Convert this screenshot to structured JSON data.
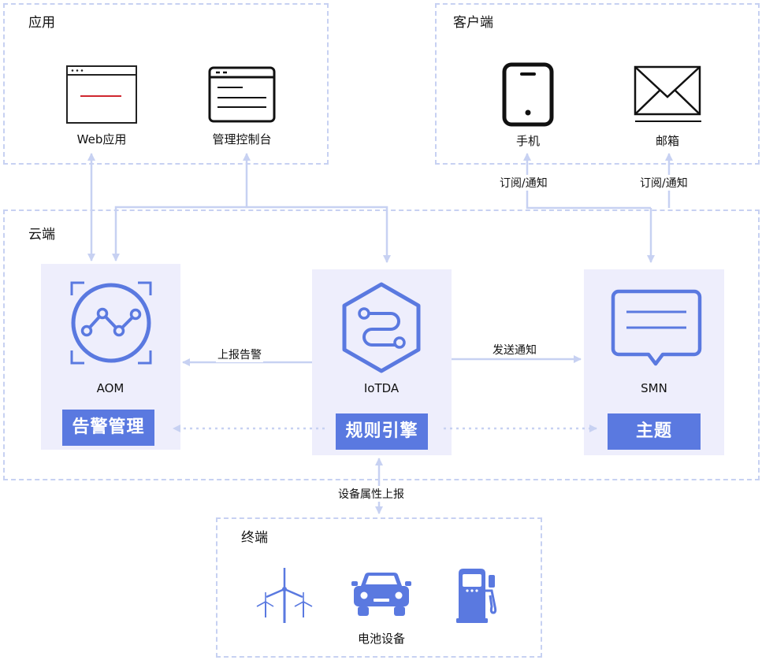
{
  "groups": {
    "app": "应用",
    "client": "客户端",
    "cloud": "云端",
    "terminal": "终端"
  },
  "nodes": {
    "web_app": "Web应用",
    "console": "管理控制台",
    "phone": "手机",
    "mail": "邮箱",
    "aom": "AOM",
    "iotda": "IoTDA",
    "smn": "SMN",
    "battery_device": "电池设备"
  },
  "tags": {
    "alarm_mgmt": "告警管理",
    "rule_engine": "规则引擎",
    "topic": "主题"
  },
  "edges": {
    "subscribe_phone": "订阅/通知",
    "subscribe_mail": "订阅/通知",
    "report_alarm": "上报告警",
    "send_notice": "发送通知",
    "device_report": "设备属性上报"
  },
  "colors": {
    "accent": "#5a79e0",
    "line": "#c7d1f2",
    "panel": "#eeeefc",
    "dashed_border": "#c7d1f2",
    "web_red": "#d0262f"
  },
  "icons": [
    "browser-window-icon",
    "console-window-icon",
    "mobile-phone-icon",
    "envelope-icon",
    "monitoring-chart-icon",
    "iot-hexagon-icon",
    "message-bubble-icon",
    "wind-turbine-icon",
    "electric-car-icon",
    "charging-station-icon"
  ]
}
